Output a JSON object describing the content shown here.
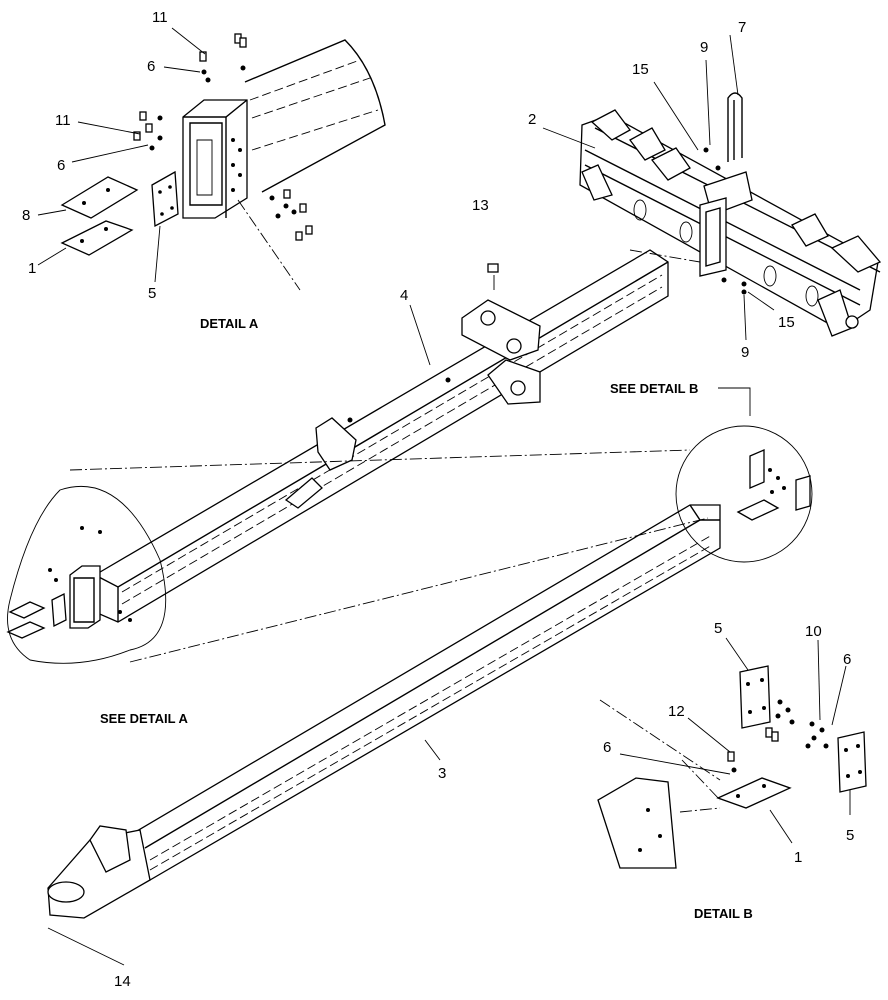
{
  "captions": {
    "detail_a": "DETAIL A",
    "detail_b": "DETAIL B",
    "see_detail_a": "SEE DETAIL A",
    "see_detail_b": "SEE DETAIL B"
  },
  "callouts": {
    "c1a": "1",
    "c1b": "1",
    "c2": "2",
    "c3": "3",
    "c4": "4",
    "c5a": "5",
    "c5b": "5",
    "c5c": "5",
    "c6a": "6",
    "c6b": "6",
    "c6c": "6",
    "c6d": "6",
    "c7": "7",
    "c8": "8",
    "c9a": "9",
    "c9b": "9",
    "c10": "10",
    "c11a": "11",
    "c11b": "11",
    "c12": "12",
    "c13": "13",
    "c14": "14",
    "c15a": "15",
    "c15b": "15"
  }
}
